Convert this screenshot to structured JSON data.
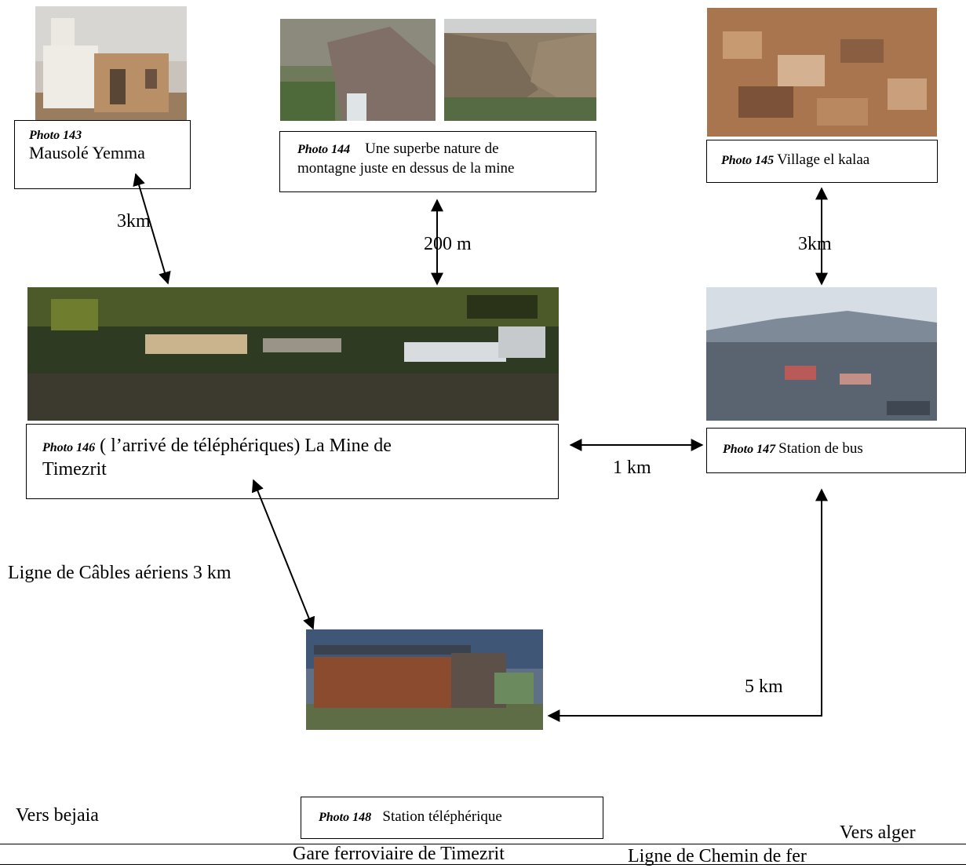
{
  "photos": {
    "p143": {
      "number": "Photo 143",
      "text": "Mausolé Yemma"
    },
    "p144": {
      "number": "Photo 144",
      "text": "Une superbe nature de",
      "text2": "montagne  juste en dessus de la mine"
    },
    "p145": {
      "number": "Photo 145",
      "text": "Village el kalaa"
    },
    "p146": {
      "number": "Photo 146",
      "text": "( l’arrivé de téléphériques)  La Mine de",
      "text2": "Timezrit"
    },
    "p147": {
      "number": "Photo 147",
      "text": "Station de bus"
    },
    "p148": {
      "number": "Photo 148",
      "text": "Station téléphérique"
    }
  },
  "distances": {
    "d143_146": "3km",
    "d144_146": "200 m",
    "d145_147": "3km",
    "d146_147": "1 km",
    "cable": "Ligne de Câbles aériens   3 km",
    "d148_147": "5 km"
  },
  "places": {
    "vers_bejaia": "Vers bejaia",
    "vers_alger": "Vers alger",
    "gare": "Gare ferroviaire de Timezrit",
    "ligne_chemin": "Ligne de Chemin de fer"
  },
  "colors": {
    "line": "#000000",
    "caption_border": "#000000"
  }
}
